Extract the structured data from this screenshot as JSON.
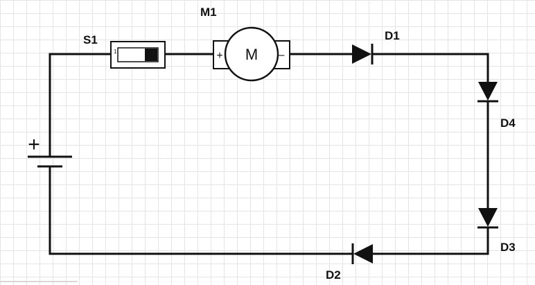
{
  "components": {
    "switch": {
      "ref": "S1",
      "pin_label": "1"
    },
    "motor": {
      "ref": "M1",
      "symbol": "M",
      "plus": "+",
      "minus": "–"
    },
    "battery": {
      "plus": "+"
    },
    "diodes": {
      "d1": "D1",
      "d2": "D2",
      "d3": "D3",
      "d4": "D4"
    }
  }
}
